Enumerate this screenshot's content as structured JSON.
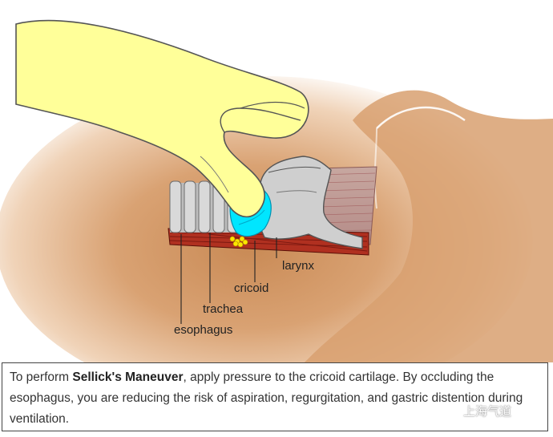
{
  "labels": {
    "larynx": "larynx",
    "cricoid": "cricoid",
    "trachea": "trachea",
    "esophagus": "esophagus"
  },
  "caption": {
    "prefix": "To perform ",
    "term": "Sellick's Maneuver",
    "text": ", apply pressure to the cricoid cartilage. By occluding the esophagus, you are reducing the risk of aspiration, regurgitation, and gastric distention during ventilation."
  },
  "watermark": {
    "text": "上海气道",
    "icon": "wechat-icon"
  },
  "colors": {
    "glove": "#ffff99",
    "skin": "#dba375",
    "cricoid": "#00e6ff",
    "muscle": "#b03020",
    "cartilage": "#c8c8c8"
  }
}
